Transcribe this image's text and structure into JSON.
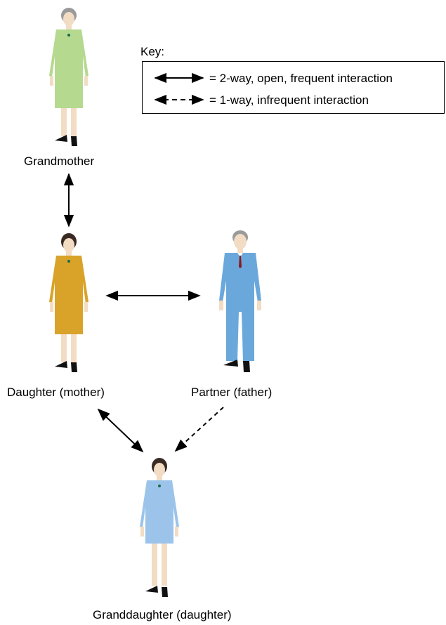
{
  "key": {
    "title": "Key:",
    "two_way": "= 2-way, open, frequent interaction",
    "one_way": "= 1-way, infrequent interaction"
  },
  "people": {
    "grandmother": {
      "label": "Grandmother",
      "outfit_color": "#b5d98f"
    },
    "daughter_mother": {
      "label": "Daughter (mother)",
      "outfit_color": "#d9a32a"
    },
    "partner_father": {
      "label": "Partner (father)",
      "outfit_color": "#6aa8dc"
    },
    "granddaughter": {
      "label": "Granddaughter (daughter)",
      "outfit_color": "#9cc4ea"
    }
  },
  "colors": {
    "skin": "#f3dcc4",
    "hair_gray": "#9a9a9a",
    "hair_dark": "#3a2a24",
    "line": "#000000"
  }
}
